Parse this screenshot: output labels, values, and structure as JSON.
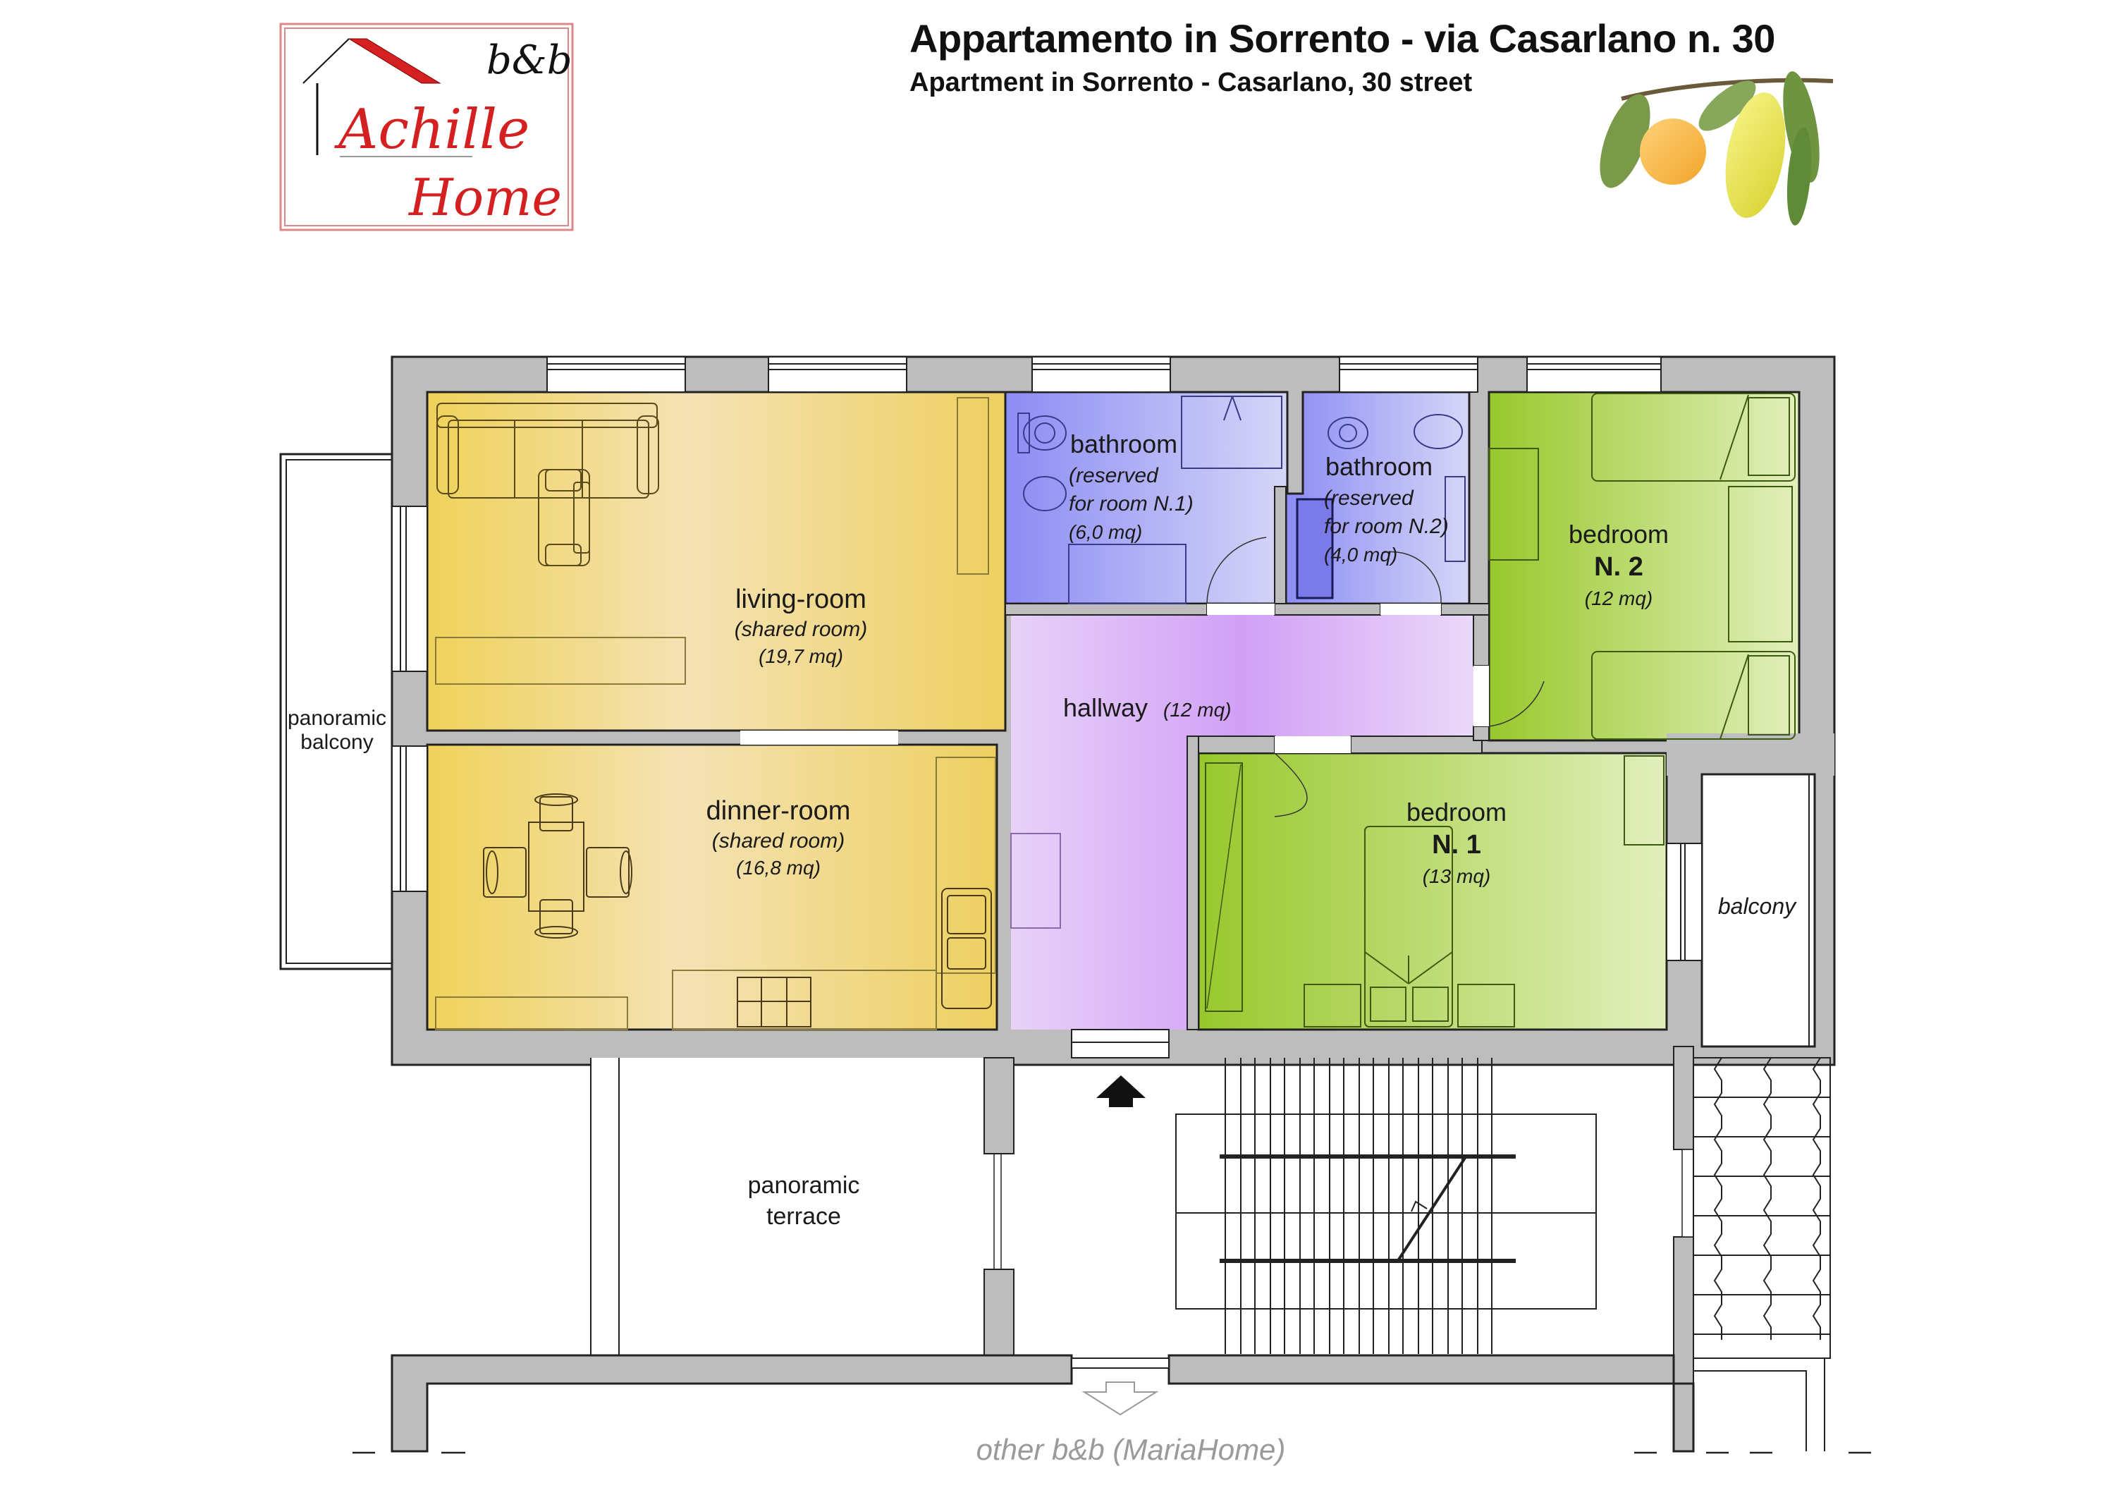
{
  "header": {
    "title": "Appartamento in Sorrento - via Casarlano n. 30",
    "subtitle": "Apartment in Sorrento - Casarlano, 30 street"
  },
  "logo": {
    "tag": "b&b",
    "name_line1": "Achille",
    "name_line2": "Home",
    "accent_color": "#d42020"
  },
  "colors": {
    "wall": "#bdbdbd",
    "living": "#f0d36a",
    "bathroom": "#8f8ff5",
    "hallway": "#d4a6f7",
    "bedroom": "#9fcc38"
  },
  "rooms": {
    "living": {
      "name": "living-room",
      "note": "(shared room)",
      "area": "(19,7 mq)"
    },
    "dinner": {
      "name": "dinner-room",
      "note": "(shared room)",
      "area": "(16,8 mq)"
    },
    "bath1": {
      "name": "bathroom",
      "note1": "(reserved",
      "note2": "for room N.1)",
      "area": "(6,0 mq)"
    },
    "bath2": {
      "name": "bathroom",
      "note1": "(reserved",
      "note2": "for room N.2)",
      "area": "(4,0 mq)"
    },
    "hallway": {
      "name": "hallway",
      "area": "(12 mq)"
    },
    "bedroom2": {
      "name": "bedroom",
      "number": "N. 2",
      "area": "(12 mq)"
    },
    "bedroom1": {
      "name": "bedroom",
      "number": "N. 1",
      "area": "(13 mq)"
    }
  },
  "outdoor": {
    "panoramic_balcony_1": "panoramic",
    "panoramic_balcony_2": "balcony",
    "balcony": "balcony",
    "terrace_1": "panoramic",
    "terrace_2": "terrace"
  },
  "footer": {
    "other_bnb": "other b&b (MariaHome)"
  }
}
